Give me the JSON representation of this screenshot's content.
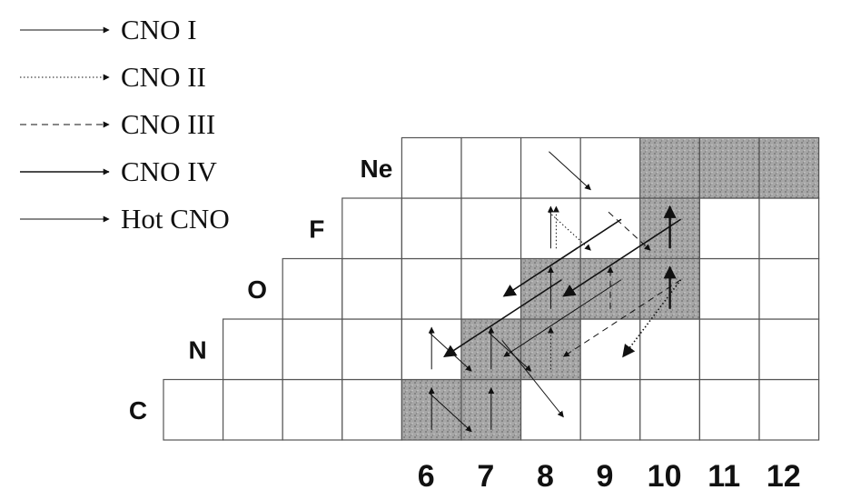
{
  "legend": [
    {
      "label": "CNO I",
      "style": "solid",
      "weight": "thin"
    },
    {
      "label": "CNO II",
      "style": "dotted",
      "weight": "thin"
    },
    {
      "label": "CNO III",
      "style": "dashed",
      "weight": "thin"
    },
    {
      "label": "CNO IV",
      "style": "solid",
      "weight": "med"
    },
    {
      "label": "Hot CNO",
      "style": "solid",
      "weight": "thin"
    }
  ],
  "elements": [
    "C",
    "N",
    "O",
    "F",
    "Ne"
  ],
  "neutron_numbers": [
    "6",
    "7",
    "8",
    "9",
    "10",
    "11",
    "12"
  ],
  "grid": {
    "columns": 11,
    "rows": 5,
    "row_first_column": [
      0,
      1,
      2,
      3,
      4
    ],
    "shaded_cells": [
      [
        4,
        0
      ],
      [
        5,
        0
      ],
      [
        5,
        1
      ],
      [
        6,
        1
      ],
      [
        6,
        2
      ],
      [
        7,
        2
      ],
      [
        8,
        2
      ],
      [
        8,
        3
      ],
      [
        8,
        4
      ],
      [
        9,
        4
      ],
      [
        10,
        4
      ]
    ]
  },
  "colors": {
    "ink": "#111111",
    "shade": "#9a9a9a"
  },
  "flows": [
    {
      "kind": "up",
      "cell": [
        4,
        0
      ],
      "style": "solid",
      "weight": "thin"
    },
    {
      "kind": "diag",
      "cell": [
        4,
        0
      ],
      "style": "solid",
      "weight": "thin"
    },
    {
      "kind": "up",
      "cell": [
        4,
        1
      ],
      "style": "solid",
      "weight": "thin"
    },
    {
      "kind": "diag",
      "cell": [
        4,
        1
      ],
      "style": "solid",
      "weight": "thin"
    },
    {
      "kind": "up",
      "cell": [
        5,
        0
      ],
      "style": "solid",
      "weight": "thin"
    },
    {
      "kind": "up",
      "cell": [
        5,
        1
      ],
      "style": "solid",
      "weight": "thin"
    },
    {
      "kind": "diag",
      "cell": [
        5,
        1
      ],
      "style": "solid",
      "weight": "thin"
    },
    {
      "kind": "up",
      "cell": [
        6,
        1
      ],
      "style": "dotted",
      "weight": "thin"
    },
    {
      "kind": "up",
      "cell": [
        6,
        2
      ],
      "style": "solid",
      "weight": "thin"
    },
    {
      "kind": "up",
      "cell": [
        6,
        3
      ],
      "style": "solid",
      "weight": "thin"
    },
    {
      "kind": "diag",
      "cell": [
        6,
        4
      ],
      "style": "solid",
      "weight": "thin"
    },
    {
      "kind": "up",
      "cell": [
        6,
        3
      ],
      "style": "dotted",
      "weight": "thin",
      "offset": 6
    },
    {
      "kind": "diag",
      "cell": [
        6,
        3
      ],
      "style": "dotted",
      "weight": "thin"
    },
    {
      "kind": "up",
      "cell": [
        7,
        2
      ],
      "style": "dashed",
      "weight": "thin"
    },
    {
      "kind": "diag",
      "cell": [
        7,
        3
      ],
      "style": "dashed",
      "weight": "thin"
    },
    {
      "kind": "up",
      "cell": [
        8,
        2
      ],
      "style": "solid",
      "weight": "bold"
    },
    {
      "kind": "up",
      "cell": [
        8,
        3
      ],
      "style": "solid",
      "weight": "bold"
    },
    {
      "kind": "beta",
      "from": [
        5,
        1
      ],
      "to": [
        6,
        0
      ],
      "style": "solid",
      "weight": "thin"
    },
    {
      "kind": "beta",
      "from": [
        7,
        2
      ],
      "to": [
        5,
        1
      ],
      "style": "solid",
      "weight": "thin"
    },
    {
      "kind": "beta",
      "from": [
        8,
        2
      ],
      "to": [
        6,
        1
      ],
      "style": "dashed",
      "weight": "thin"
    },
    {
      "kind": "beta",
      "from": [
        7,
        3
      ],
      "to": [
        5,
        2
      ],
      "style": "solid",
      "weight": "med"
    },
    {
      "kind": "beta",
      "from": [
        8,
        3
      ],
      "to": [
        6,
        2
      ],
      "style": "solid",
      "weight": "med"
    },
    {
      "kind": "beta",
      "from": [
        6,
        2
      ],
      "to": [
        4,
        1
      ],
      "style": "solid",
      "weight": "med"
    },
    {
      "kind": "beta",
      "from": [
        8,
        2
      ],
      "to": [
        7,
        1
      ],
      "style": "dotted",
      "weight": "med"
    }
  ]
}
